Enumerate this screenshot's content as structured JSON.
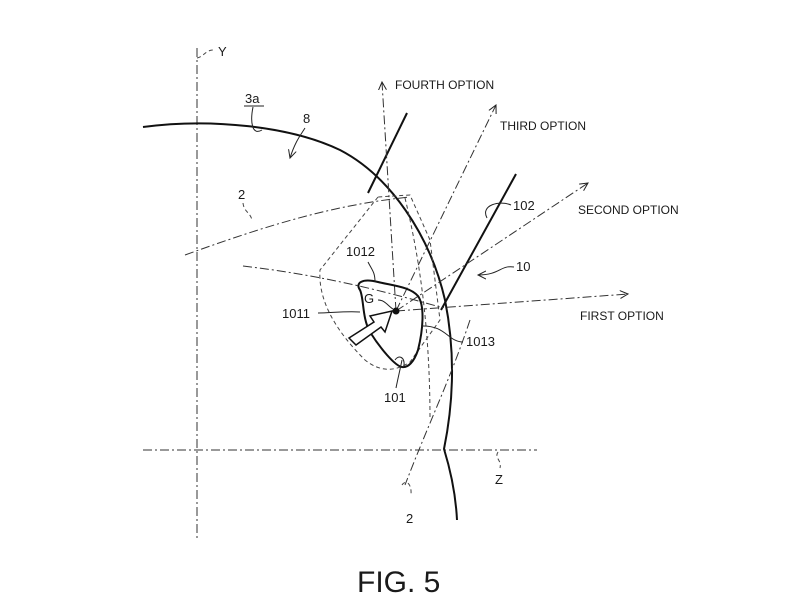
{
  "figure": {
    "caption": "FIG. 5",
    "axes": {
      "vertical": "Y",
      "horizontal": "Z"
    },
    "reference_labels": {
      "surface": "3a",
      "body": "8",
      "boundary_upper": "2",
      "boundary_lower": "2",
      "part_102": "102",
      "part_10": "10",
      "part_1012": "1012",
      "part_1011": "1011",
      "part_1013": "1013",
      "part_101": "101",
      "center_of_gravity": "G"
    },
    "options": [
      {
        "id": "first",
        "label": "FIRST OPTION"
      },
      {
        "id": "second",
        "label": "SECOND OPTION"
      },
      {
        "id": "third",
        "label": "THIRD OPTION"
      },
      {
        "id": "fourth",
        "label": "FOURTH OPTION"
      }
    ],
    "colors": {
      "ink": "#111111",
      "background": "#ffffff"
    }
  }
}
